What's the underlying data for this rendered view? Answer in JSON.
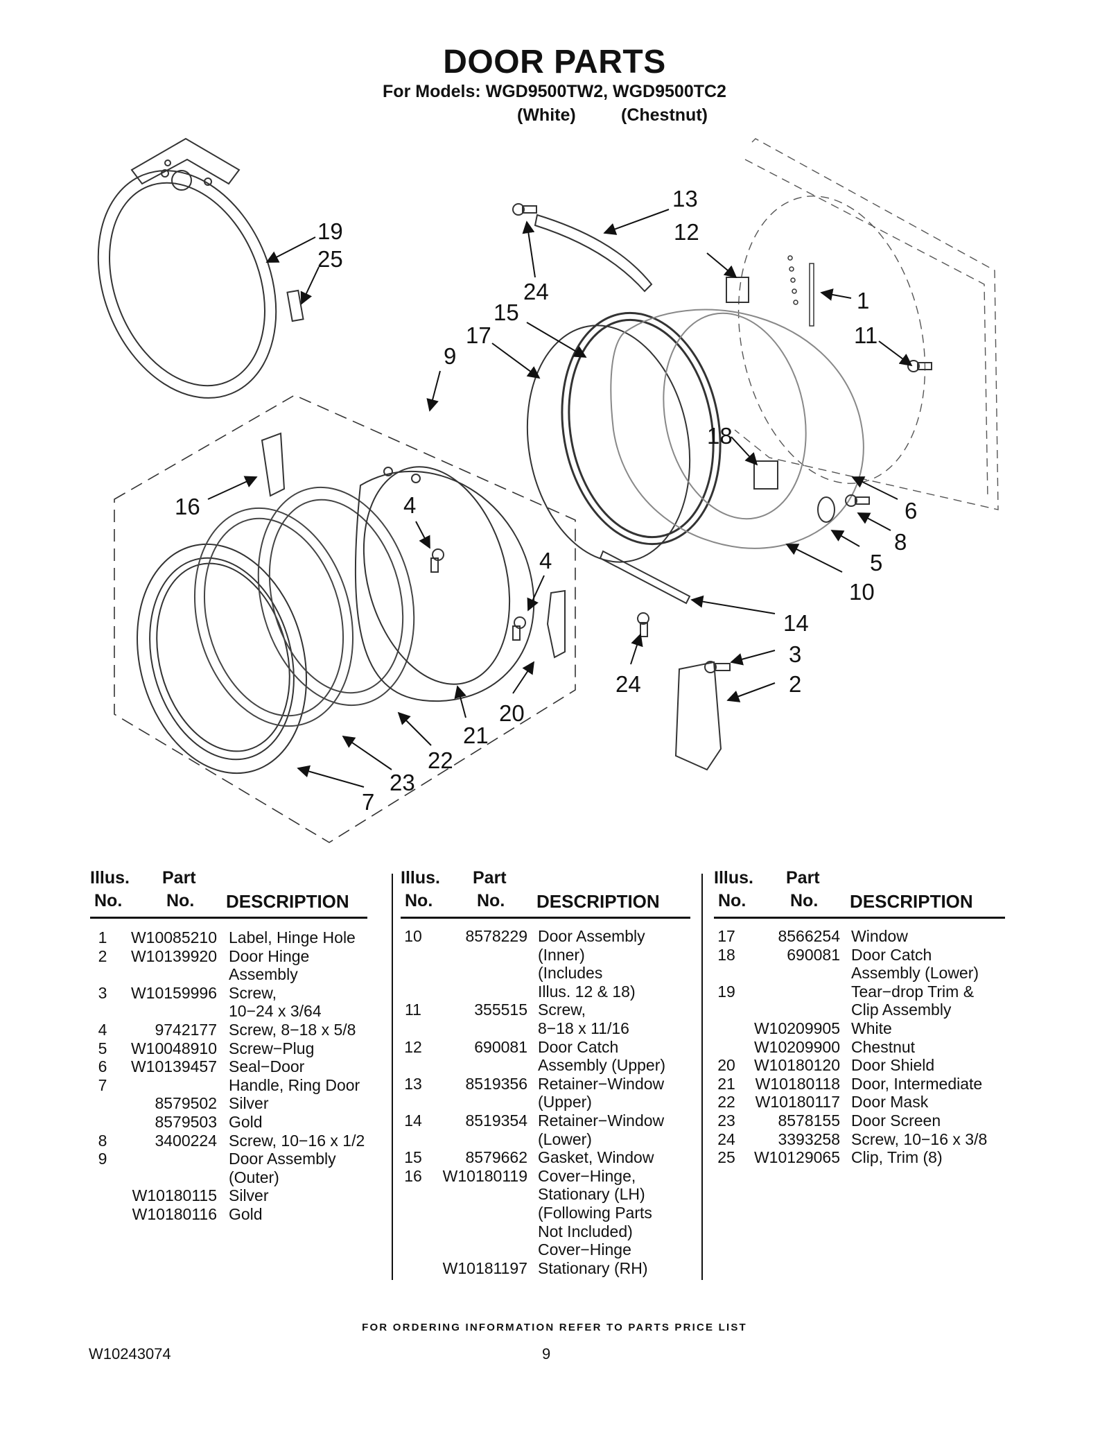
{
  "title": "DOOR PARTS",
  "models_line": "For Models: WGD9500TW2, WGD9500TC2",
  "color_white": "(White)",
  "color_chestnut": "(Chestnut)",
  "callouts": [
    "19",
    "25",
    "13",
    "12",
    "24",
    "15",
    "17",
    "9",
    "1",
    "11",
    "18",
    "16",
    "4",
    "4",
    "6",
    "8",
    "5",
    "10",
    "14",
    "3",
    "2",
    "24",
    "20",
    "21",
    "22",
    "23",
    "7"
  ],
  "table_headers": {
    "illus_1": "Illus.",
    "illus_2": "No.",
    "part_1": "Part",
    "part_2": "No.",
    "description": "DESCRIPTION"
  },
  "columns": [
    [
      {
        "illus": "1",
        "part": "W10085210",
        "desc": "Label, Hinge Hole"
      },
      {
        "illus": "2",
        "part": "W10139920",
        "desc": "Door Hinge"
      },
      {
        "illus": "",
        "part": "",
        "desc": "Assembly"
      },
      {
        "illus": "3",
        "part": "W10159996",
        "desc": "Screw,"
      },
      {
        "illus": "",
        "part": "",
        "desc": "10−24 x 3/64"
      },
      {
        "illus": "4",
        "part": "9742177",
        "desc": "Screw, 8−18 x 5/8"
      },
      {
        "illus": "5",
        "part": "W10048910",
        "desc": "Screw−Plug"
      },
      {
        "illus": "6",
        "part": "W10139457",
        "desc": "Seal−Door"
      },
      {
        "illus": "7",
        "part": "",
        "desc": "Handle, Ring Door"
      },
      {
        "illus": "",
        "part": "8579502",
        "desc": "Silver"
      },
      {
        "illus": "",
        "part": "8579503",
        "desc": "Gold"
      },
      {
        "illus": "8",
        "part": "3400224",
        "desc": "Screw, 10−16 x 1/2"
      },
      {
        "illus": "9",
        "part": "",
        "desc": "Door Assembly"
      },
      {
        "illus": "",
        "part": "",
        "desc": "(Outer)"
      },
      {
        "illus": "",
        "part": "W10180115",
        "desc": "Silver"
      },
      {
        "illus": "",
        "part": "W10180116",
        "desc": "Gold"
      }
    ],
    [
      {
        "illus": "10",
        "part": "8578229",
        "desc": "Door Assembly"
      },
      {
        "illus": "",
        "part": "",
        "desc": "(Inner)"
      },
      {
        "illus": "",
        "part": "",
        "desc": "(Includes"
      },
      {
        "illus": "",
        "part": "",
        "desc": " Illus. 12 & 18)"
      },
      {
        "illus": "11",
        "part": "355515",
        "desc": "Screw,"
      },
      {
        "illus": "",
        "part": "",
        "desc": "8−18 x 11/16"
      },
      {
        "illus": "12",
        "part": "690081",
        "desc": "Door Catch"
      },
      {
        "illus": "",
        "part": "",
        "desc": "Assembly (Upper)"
      },
      {
        "illus": "13",
        "part": "8519356",
        "desc": "Retainer−Window"
      },
      {
        "illus": "",
        "part": "",
        "desc": "(Upper)"
      },
      {
        "illus": "14",
        "part": "8519354",
        "desc": "Retainer−Window"
      },
      {
        "illus": "",
        "part": "",
        "desc": "(Lower)"
      },
      {
        "illus": "15",
        "part": "8579662",
        "desc": "Gasket, Window"
      },
      {
        "illus": "16",
        "part": "W10180119",
        "desc": "Cover−Hinge,"
      },
      {
        "illus": "",
        "part": "",
        "desc": "Stationary (LH)"
      },
      {
        "illus": "",
        "part": "",
        "desc": "(Following Parts"
      },
      {
        "illus": "",
        "part": "",
        "desc": " Not Included)"
      },
      {
        "illus": "",
        "part": "",
        "desc": "Cover−Hinge"
      },
      {
        "illus": "",
        "part": "W10181197",
        "desc": "Stationary (RH)"
      }
    ],
    [
      {
        "illus": "17",
        "part": "8566254",
        "desc": "Window"
      },
      {
        "illus": "18",
        "part": "690081",
        "desc": "Door Catch"
      },
      {
        "illus": "",
        "part": "",
        "desc": "Assembly (Lower)"
      },
      {
        "illus": "19",
        "part": "",
        "desc": "Tear−drop Trim &"
      },
      {
        "illus": "",
        "part": "",
        "desc": "Clip Assembly"
      },
      {
        "illus": "",
        "part": "W10209905",
        "desc": "White"
      },
      {
        "illus": "",
        "part": "W10209900",
        "desc": "Chestnut"
      },
      {
        "illus": "20",
        "part": "W10180120",
        "desc": "Door Shield"
      },
      {
        "illus": "21",
        "part": "W10180118",
        "desc": "Door, Intermediate"
      },
      {
        "illus": "22",
        "part": "W10180117",
        "desc": "Door Mask"
      },
      {
        "illus": "23",
        "part": "8578155",
        "desc": "Door Screen"
      },
      {
        "illus": "24",
        "part": "3393258",
        "desc": "Screw, 10−16 x 3/8"
      },
      {
        "illus": "25",
        "part": "W10129065",
        "desc": "Clip, Trim (8)"
      }
    ]
  ],
  "footer_note": "FOR ORDERING INFORMATION REFER TO PARTS PRICE LIST",
  "doc_number": "W10243074",
  "page_number": "9"
}
